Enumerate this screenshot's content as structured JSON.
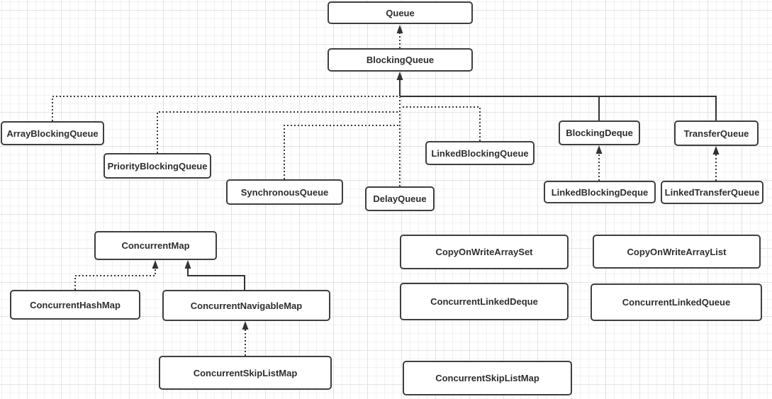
{
  "diagram": {
    "type": "class-hierarchy",
    "topic": "Java concurrent collections",
    "colors": {
      "node_background": "#ffffff",
      "node_border": "#3f3f3f",
      "text": "#2e2e2e",
      "connector": "#3a3a3a",
      "grid_minor": "#f2f2f2",
      "grid_major": "#e3e3e3",
      "canvas_background": "#ffffff"
    },
    "nodes": {
      "queue": {
        "label": "Queue"
      },
      "blocking_queue": {
        "label": "BlockingQueue"
      },
      "array_blocking_queue": {
        "label": "ArrayBlockingQueue"
      },
      "priority_blocking_queue": {
        "label": "PriorityBlockingQueue"
      },
      "synchronous_queue": {
        "label": "SynchronousQueue"
      },
      "delay_queue": {
        "label": "DelayQueue"
      },
      "linked_blocking_queue": {
        "label": "LinkedBlockingQueue"
      },
      "blocking_deque": {
        "label": "BlockingDeque"
      },
      "transfer_queue": {
        "label": "TransferQueue"
      },
      "linked_blocking_deque": {
        "label": "LinkedBlockingDeque"
      },
      "linked_transfer_queue": {
        "label": "LinkedTransferQueue"
      },
      "concurrent_map": {
        "label": "ConcurrentMap"
      },
      "concurrent_hash_map": {
        "label": "ConcurrentHashMap"
      },
      "concurrent_navigable_map": {
        "label": "ConcurrentNavigableMap"
      },
      "concurrent_skip_list_map_left": {
        "label": "ConcurrentSkipListMap"
      },
      "copy_on_write_array_set": {
        "label": "CopyOnWriteArraySet"
      },
      "copy_on_write_array_list": {
        "label": "CopyOnWriteArrayList"
      },
      "concurrent_linked_deque": {
        "label": "ConcurrentLinkedDeque"
      },
      "concurrent_linked_queue": {
        "label": "ConcurrentLinkedQueue"
      },
      "concurrent_skip_list_map_bottom": {
        "label": "ConcurrentSkipListMap"
      }
    },
    "edges": [
      {
        "from": "BlockingQueue",
        "to": "Queue",
        "style": "dashed",
        "arrow": true
      },
      {
        "from": "ArrayBlockingQueue",
        "to": "BlockingQueue",
        "style": "dashed",
        "arrow": true
      },
      {
        "from": "PriorityBlockingQueue",
        "to": "BlockingQueue",
        "style": "dashed",
        "arrow": true
      },
      {
        "from": "SynchronousQueue",
        "to": "BlockingQueue",
        "style": "dashed",
        "arrow": true
      },
      {
        "from": "DelayQueue",
        "to": "BlockingQueue",
        "style": "dashed",
        "arrow": true
      },
      {
        "from": "LinkedBlockingQueue",
        "to": "BlockingQueue",
        "style": "dashed",
        "arrow": true
      },
      {
        "from": "BlockingDeque",
        "to": "BlockingQueue",
        "style": "solid",
        "arrow": true
      },
      {
        "from": "TransferQueue",
        "to": "BlockingQueue",
        "style": "solid",
        "arrow": true
      },
      {
        "from": "LinkedBlockingDeque",
        "to": "BlockingDeque",
        "style": "dashed",
        "arrow": true
      },
      {
        "from": "LinkedTransferQueue",
        "to": "TransferQueue",
        "style": "dashed",
        "arrow": true
      },
      {
        "from": "ConcurrentHashMap",
        "to": "ConcurrentMap",
        "style": "dashed",
        "arrow": true
      },
      {
        "from": "ConcurrentNavigableMap",
        "to": "ConcurrentMap",
        "style": "solid",
        "arrow": true
      },
      {
        "from": "ConcurrentSkipListMap",
        "to": "ConcurrentNavigableMap",
        "style": "dashed",
        "arrow": true
      }
    ]
  }
}
